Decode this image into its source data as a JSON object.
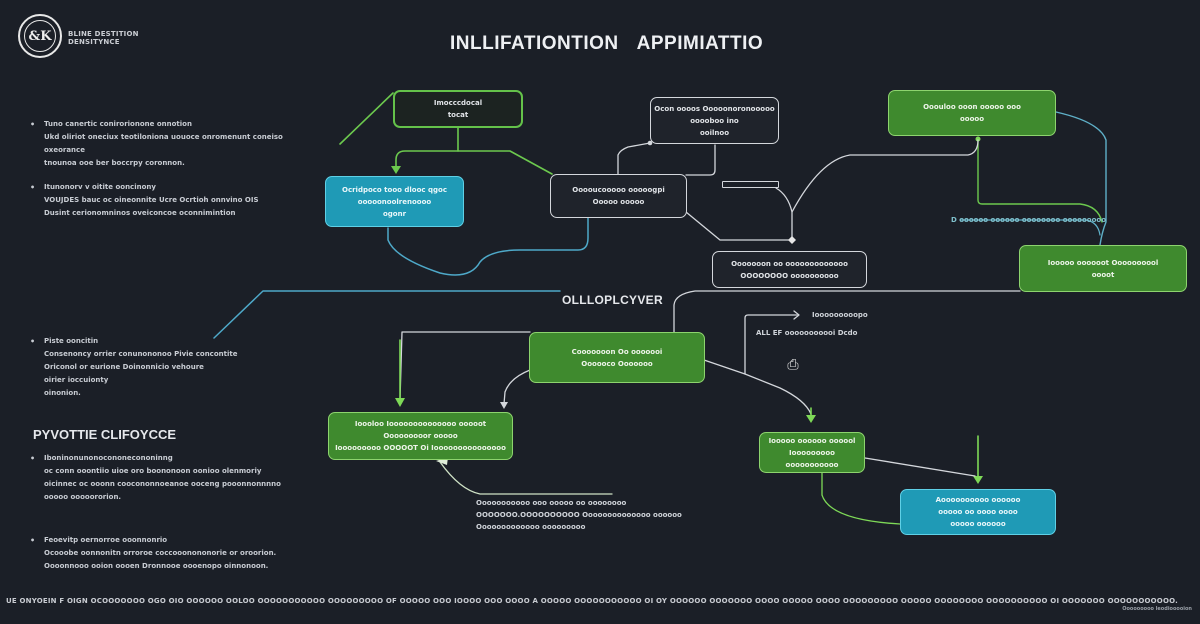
{
  "header": {
    "logo_glyph": "&K",
    "brand_lines": [
      "BLINE DESTITION",
      "DENSITYNCE"
    ],
    "title_words": [
      "INLLIFATIONTION",
      "APPIMIATTIO"
    ]
  },
  "left_notes": {
    "top": [
      {
        "lines": [
          "Tuno canertic conirorionone onnotion",
          "Ukd oliriot oneciux teotiloniona uouoce onromenunt coneiso oxeorance",
          "tnounoa ooe ber boccrpy coronnon."
        ]
      },
      {
        "lines": [
          "Itunonorv v oitite ooncinony",
          "VOUJDES bauc oc oineonnite Ucre Ocrtioh onnvino OIS",
          "Dusint cerionomninos oveiconcoe oconnimintion"
        ]
      },
      {
        "lines": [
          "Piste ooncitin",
          "Consenoncy orrier conunononoo Pivie concontite",
          "Oriconol or eurione Doinonnicio vehoure",
          "oirier ioccuionty",
          "oinonion."
        ]
      }
    ],
    "section_heading": "PYVOTTIE CLIFOYCCE",
    "bottom": [
      {
        "lines": [
          "Iboninonunonocononecononinng",
          "oc conn ooontiio uioe oro boononoon oonioo olenmoriy",
          "oicinnec oc ooonn coocononnoeanoe ooceng pooonnonnnno",
          "ooooo ooooororion."
        ]
      },
      {
        "lines": [
          "Feoevitp oernorroe ooonnonrio",
          "Ocooobe oonnonitn orroroe coccooonononorie or oroorion.",
          "Oooonnooo ooion oooen Dronnooe oooenopo oinnonoon."
        ]
      }
    ]
  },
  "nodes": [
    {
      "id": "n1",
      "style": "darkgreen",
      "lines": [
        "Imocccdocal",
        "tocat"
      ]
    },
    {
      "id": "n2",
      "style": "blue",
      "lines": [
        "Ocridpoco tooo dlooc qgoc",
        "ooooonoolrenoooo",
        "ogonr"
      ]
    },
    {
      "id": "n3",
      "style": "dark",
      "lines": [
        "Ocon oooos Ooooonoronooooo",
        "ooooboo ino",
        "ooilnoo"
      ]
    },
    {
      "id": "n4",
      "style": "dark",
      "lines": [
        "Ooooucooooo ooooogpi",
        "Ooooo ooooo"
      ]
    },
    {
      "id": "n5",
      "style": "green",
      "lines": [
        "Ooouloo ooon ooooo ooo",
        "ooooo"
      ]
    },
    {
      "id": "n6",
      "style": "dark",
      "lines": [
        "Ooooooon oo ooooooooooooo",
        "OOOOOOOO oooooooooo"
      ]
    },
    {
      "id": "n7",
      "style": "green",
      "lines": [
        "Iooooo oooooot Oooooooool",
        "oooot"
      ]
    },
    {
      "id": "n8",
      "style": "green",
      "lines": [
        "Cooooooon Oo ooooooi",
        "Oooooco Ooooooo"
      ]
    },
    {
      "id": "n9",
      "style": "green",
      "lines": [
        "Ioooloo Ioooooooooooooo ooooot",
        "Ooooooooor ooooo",
        "Iooooooooo OOOOOT Oi Iooooooooooooooo"
      ]
    },
    {
      "id": "n10",
      "style": "green",
      "lines": [
        "Iooooo oooooo oooool",
        "Iooooooooo",
        "ooooooooooo"
      ]
    },
    {
      "id": "n11",
      "style": "blue",
      "lines": [
        "Aoooooooooo oooooo",
        "ooooo oo oooo oooo",
        "ooooo oooooo"
      ]
    }
  ],
  "center_heading": "OLLLOPLCYVER",
  "annotations": {
    "right_mid": "D oooooo oooooo oooooooo ooooooooo",
    "arrow_label": "Iooooooooopo",
    "small_note": "ALL EF ooooooooooi Dcdo",
    "under_n9": [
      "Ooooooooooo ooo ooooo oo  oooooooo",
      "OOOOOOO.OOOOOOOOOO Oooooooooooooo oooooo",
      "Ooooooooooooo ooooooooo"
    ],
    "icon_name": "printer-loop-icon",
    "icon_glyph": "⎙"
  },
  "footer_text": "UE ONYOEIN F OIGN OCOOOOOOO OGO OIO OOOOOO OOLOO OOOOOOOOOOO OOOOOOOOO OF OOOOO OOO IOOOO OOO OOOO A OOOOO OOOOOOOOOOO OI OY OOOOOO OOOOOOO OOOO OOOOO OOOO OOOOOOOOO OOOOO OOOOOOOO OOOOOOOOOO OI OOOOOOO OOOOOOOOOOO.",
  "credit_text": "Ooooooooo leodiooooion",
  "colors": {
    "background": "#1b1f27",
    "green_node": "#3f8a2e",
    "green_line": "#7ed957",
    "blue_node": "#1f9ab6",
    "blue_line": "#4ea9c9",
    "white_line": "#d4d7dc"
  }
}
